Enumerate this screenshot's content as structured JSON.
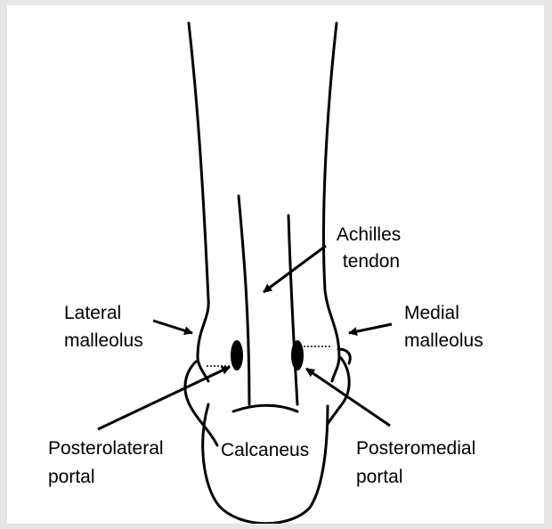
{
  "diagram": {
    "labels": {
      "achilles_line1": "Achilles",
      "achilles_line2": "tendon",
      "lateral_line1": "Lateral",
      "lateral_line2": "malleolus",
      "medial_line1": "Medial",
      "medial_line2": "malleolus",
      "posterolateral_line1": "Posterolateral",
      "posterolateral_line2": "portal",
      "calcaneus": "Calcaneus",
      "posteromedial_line1": "Posteromedial",
      "posteromedial_line2": "portal"
    },
    "colors": {
      "background": "#e6e6e6",
      "panel": "#ffffff",
      "ink": "#000000"
    }
  }
}
